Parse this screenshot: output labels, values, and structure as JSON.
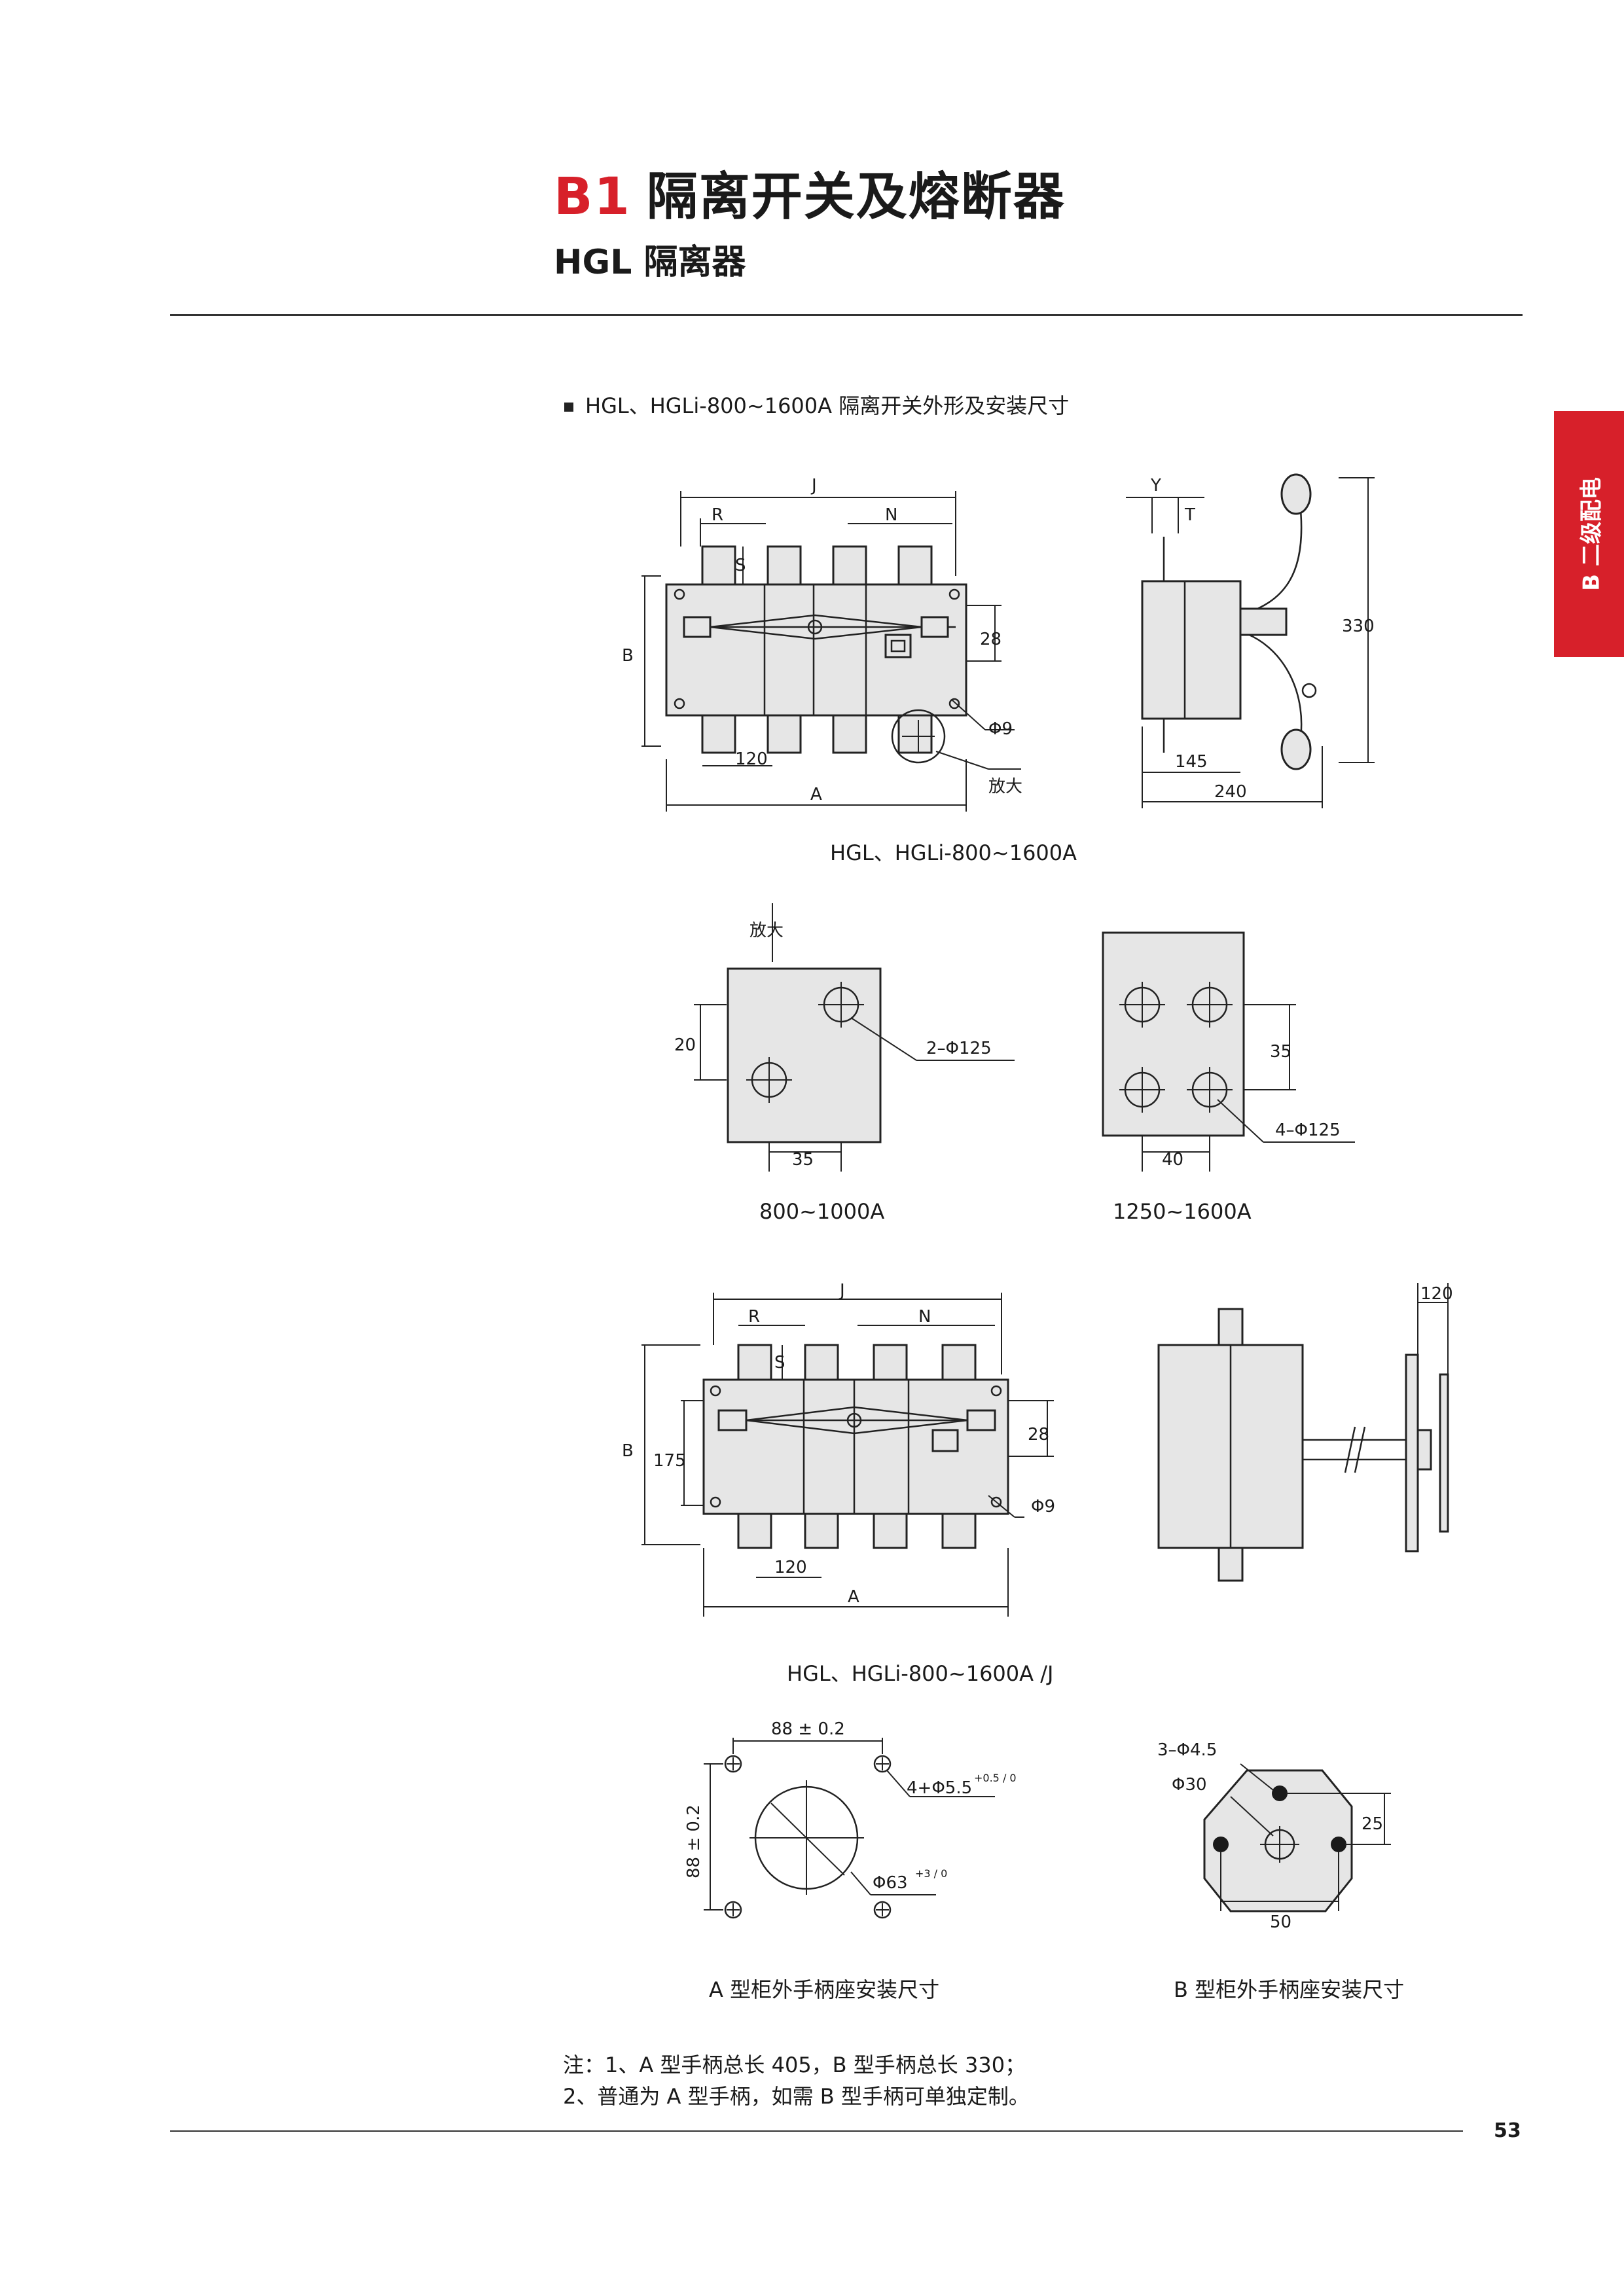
{
  "header": {
    "code": "B1",
    "title": "隔离开关及熔断器",
    "subtitle": "HGL 隔离器"
  },
  "side_tab": {
    "label": "B 二级配电",
    "color": "#d7202a"
  },
  "section_heading": "HGL、HGLi-800~1600A 隔离开关外形及安装尺寸",
  "figures": {
    "fig1": {
      "caption": "HGL、HGLi-800~1600A",
      "labels": {
        "j": "J",
        "r": "R",
        "n": "N",
        "s": "S",
        "b": "B",
        "a": "A",
        "d28": "28",
        "d120": "120",
        "phi9": "Φ9",
        "zoom": "放大",
        "y": "Y",
        "t": "T",
        "d330": "330",
        "d145": "145",
        "d240": "240"
      }
    },
    "fig2": {
      "left": {
        "caption": "800~1000A",
        "zoom": "放大",
        "d20": "20",
        "d35": "35",
        "holes": "2–Φ125"
      },
      "right": {
        "caption": "1250~1600A",
        "d35": "35",
        "d40": "40",
        "holes": "4–Φ125"
      }
    },
    "fig3": {
      "caption": "HGL、HGLi-800~1600A /J",
      "labels": {
        "j": "J",
        "r": "R",
        "n": "N",
        "s": "S",
        "b": "B",
        "d175": "175",
        "d28": "28",
        "phi9": "Φ9",
        "d120": "120",
        "a": "A",
        "d120b": "120"
      }
    },
    "fig4": {
      "left": {
        "caption": "A 型柜外手柄座安装尺寸",
        "top_dim": "88 ± 0.2",
        "side_dim": "88 ± 0.2",
        "holes": "4+Φ5.5",
        "holes_tol": "+0.5 / 0",
        "center": "Φ63",
        "center_tol": "+3 / 0"
      },
      "right": {
        "caption": "B 型柜外手柄座安装尺寸",
        "holes": "3–Φ4.5",
        "center": "Φ30",
        "d25": "25",
        "d50": "50"
      }
    }
  },
  "notes": [
    "注：1、A 型手柄总长 405，B 型手柄总长 330；",
    "2、普通为 A 型手柄，如需 B 型手柄可单独定制。"
  ],
  "page_number": "53"
}
